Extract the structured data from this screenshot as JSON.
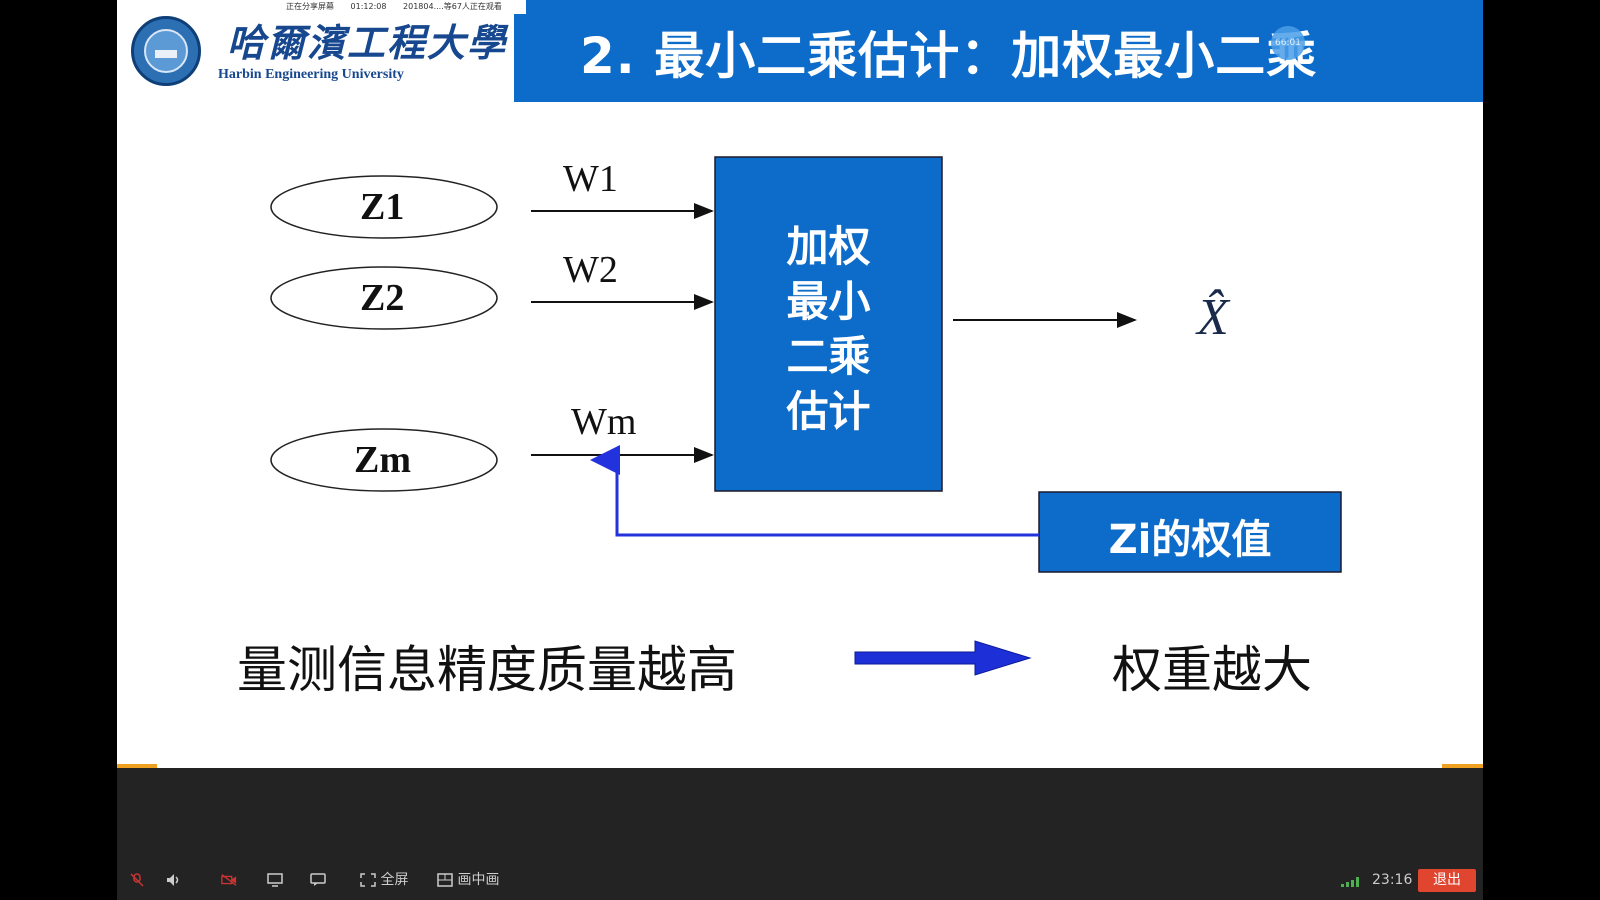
{
  "header": {
    "university_cn": "哈爾濱工程大學",
    "university_en": "Harbin Engineering University",
    "title": "2. 最小二乘估计：加权最小二乘"
  },
  "share_bar": {
    "status": "正在分享屏幕",
    "time": "01:12:08",
    "viewers": "201804....等67人正在观看"
  },
  "bubble": {
    "text": "66:01"
  },
  "diagram": {
    "inputs": [
      "Z1",
      "Z2",
      "Zm"
    ],
    "weights": [
      "W1",
      "W2",
      "Wm"
    ],
    "box_lines": [
      "加权",
      "最小",
      "二乘",
      "估计"
    ],
    "output": "X̂",
    "weight_box": "Zi的权值"
  },
  "bottom": {
    "left": "量测信息精度质量越高",
    "right": "权重越大"
  },
  "colors": {
    "accent": "#0d6bc9",
    "feedback_line": "#2233dd",
    "arrow": "#1d2fd6",
    "exit": "#e0452f"
  },
  "toolbar": {
    "fullscreen_label": "全屏",
    "pip_label": "画中画",
    "clock": "23:16",
    "exit_label": "退出"
  }
}
